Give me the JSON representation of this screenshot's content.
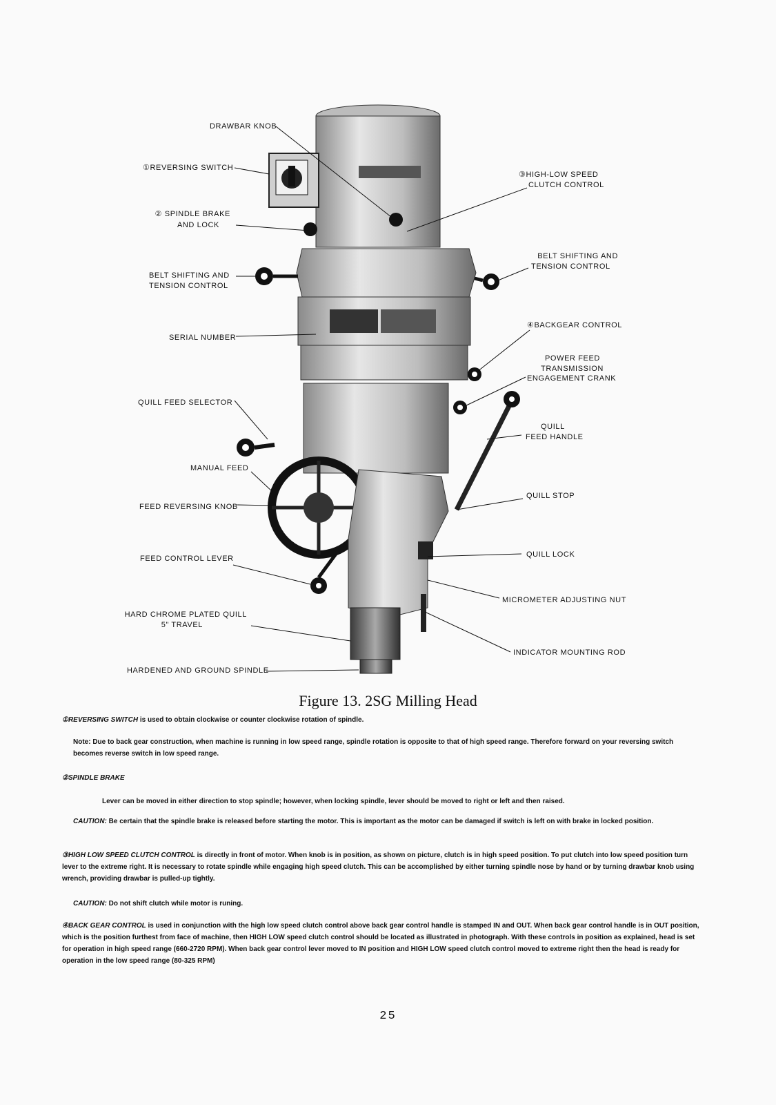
{
  "labels": {
    "drawbar_knob": "DRAWBAR KNOB",
    "reversing_switch": "①REVERSING SWITCH",
    "spindle_brake_1": "② SPINDLE BRAKE",
    "spindle_brake_2": "AND LOCK",
    "belt_left_1": "BELT SHIFTING AND",
    "belt_left_2": "TENSION CONTROL",
    "serial_number": "SERIAL NUMBER",
    "quill_feed_selector": "QUILL FEED SELECTOR",
    "manual_feed": "MANUAL FEED",
    "feed_reversing_knob": "FEED REVERSING KNOB",
    "feed_control_lever": "FEED CONTROL LEVER",
    "quill_travel_1": "HARD CHROME PLATED QUILL",
    "quill_travel_2": "5\" TRAVEL",
    "spindle": "HARDENED AND GROUND SPINDLE",
    "hilo_1": "③HIGH-LOW SPEED",
    "hilo_2": "CLUTCH CONTROL",
    "belt_right_1": "BELT SHIFTING AND",
    "belt_right_2": "TENSION CONTROL",
    "backgear": "④BACKGEAR CONTROL",
    "power_feed_1": "POWER FEED",
    "power_feed_2": "TRANSMISSION",
    "power_feed_3": "ENGAGEMENT CRANK",
    "quill_feed_handle_1": "QUILL",
    "quill_feed_handle_2": "FEED HANDLE",
    "quill_stop": "QUILL STOP",
    "quill_lock": "QUILL LOCK",
    "micrometer": "MICROMETER ADJUSTING NUT",
    "indicator": "INDICATOR MOUNTING ROD"
  },
  "caption": "Figure 13. 2SG Milling Head",
  "sections": {
    "s1_head": "①REVERSING SWITCH",
    "s1_text": " is used to obtain clockwise or counter clockwise rotation of spindle.",
    "note_text": "Note: Due to back gear construction, when machine is running in low speed range, spindle rotation is opposite to that of high speed range.   Therefore forward on your reversing switch becomes reverse switch in low speed range.",
    "s2_head": "②SPINDLE BRAKE",
    "s2_text": "Lever can be moved in either direction to stop spindle; however, when locking spindle, lever should be moved to right or left and then raised.",
    "caution1_head": "CAUTION:",
    "caution1_text": " Be certain that the spindle brake is released before starting the motor. This is important as the motor can be damaged if switch is left on with brake in locked position.",
    "s3_head": "③HIGH LOW SPEED CLUTCH CONTROL",
    "s3_text": " is directly in front of motor. When knob is in position, as shown on picture, clutch is in high speed position. To put clutch into low speed position turn lever to the extreme right. It is necessary to rotate spindle while engaging high speed clutch. This can be accomplished by either turning spindle nose by hand or by turning drawbar knob using wrench, providing drawbar is pulled-up tightly.",
    "caution2_head": "CAUTION:",
    "caution2_text": " Do not shift clutch while motor is runing.",
    "s4_head": "④BACK GEAR CONTROL",
    "s4_text": "   is used in conjunction with the high low speed clutch control above back gear control handle is stamped IN and OUT.  When back gear control handle is in OUT position, which is the position furthest from face of machine, then HIGH LOW speed clutch control should be located as illustrated in photograph. With these controls in position as explained, head is set for operation in high speed range (660-2720 RPM).  When back gear control lever moved to IN position and HIGH LOW speed clutch control moved to extreme right then the head is ready for operation in the low speed range (80-325 RPM)"
  },
  "page_number": "25"
}
